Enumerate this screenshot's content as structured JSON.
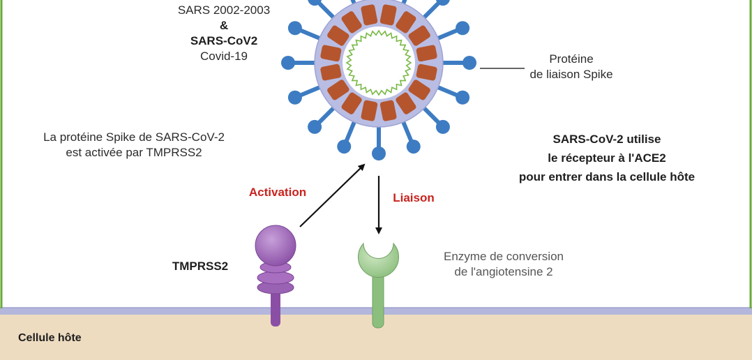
{
  "virus_label": {
    "line1": "SARS 2002-2003",
    "line2": "&",
    "line3": "SARS-CoV2",
    "line4": "Covid-19"
  },
  "spike_label": {
    "line1": "Protéine",
    "line2": "de liaison Spike"
  },
  "activation_note": {
    "line1": "La protéine Spike de SARS-CoV-2",
    "line2": "est activée par TMPRSS2"
  },
  "ace2_note": {
    "line1": "SARS-CoV-2 utilise",
    "line2": "le récepteur à l'ACE2",
    "line3": "pour entrer dans la cellule hôte"
  },
  "arrows": {
    "activation": "Activation",
    "liaison": "Liaison"
  },
  "tmprss2_label": "TMPRSS2",
  "ace2_label": {
    "line1": "Enzyme de conversion",
    "line2": "de l'angiotensine 2"
  },
  "cell_label": "Cellule hôte",
  "colors": {
    "frame": "#6aaa3c",
    "spike": "#3d7cc2",
    "protein_ring": "#b5552d",
    "envelope": "#b9bde3",
    "rna": "#78b844",
    "tmprss2": "#9a62b3",
    "ace2": "#9ccc8e",
    "membrane": "#b4b6dc",
    "cell": "#eedcc0",
    "activation_text": "#c8231e"
  }
}
